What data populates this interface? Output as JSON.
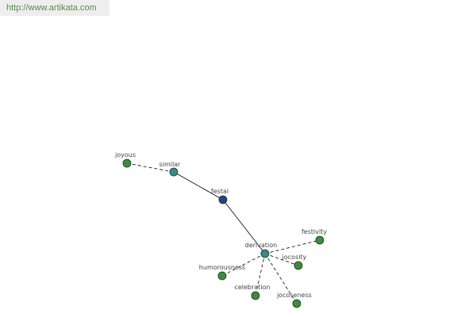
{
  "header": {
    "url": "http://www.artikata.com"
  },
  "graph": {
    "colors": {
      "word_node": "#2a3f8c",
      "relation_node": "#3a8a8a",
      "related_word_node": "#3f8a3f",
      "edge": "#000000",
      "label": "#444444"
    },
    "nodes": [
      {
        "id": "festal",
        "label": "festal",
        "kind": "word"
      },
      {
        "id": "similar",
        "label": "similar",
        "kind": "relation"
      },
      {
        "id": "derivation",
        "label": "derivation",
        "kind": "relation"
      },
      {
        "id": "joyous",
        "label": "joyous",
        "kind": "related"
      },
      {
        "id": "festivity",
        "label": "festivity",
        "kind": "related"
      },
      {
        "id": "jocosity",
        "label": "jocosity",
        "kind": "related"
      },
      {
        "id": "humorousness",
        "label": "humorousness",
        "kind": "related"
      },
      {
        "id": "celebration",
        "label": "celebration",
        "kind": "related"
      },
      {
        "id": "jocoseness",
        "label": "jocoseness",
        "kind": "related"
      }
    ],
    "edges": [
      {
        "from": "festal",
        "to": "similar",
        "style": "solid"
      },
      {
        "from": "festal",
        "to": "derivation",
        "style": "solid"
      },
      {
        "from": "similar",
        "to": "joyous",
        "style": "dashed"
      },
      {
        "from": "derivation",
        "to": "festivity",
        "style": "dashed"
      },
      {
        "from": "derivation",
        "to": "jocosity",
        "style": "dashed"
      },
      {
        "from": "derivation",
        "to": "humorousness",
        "style": "dashed"
      },
      {
        "from": "derivation",
        "to": "celebration",
        "style": "dashed"
      },
      {
        "from": "derivation",
        "to": "jocoseness",
        "style": "dashed"
      }
    ]
  }
}
